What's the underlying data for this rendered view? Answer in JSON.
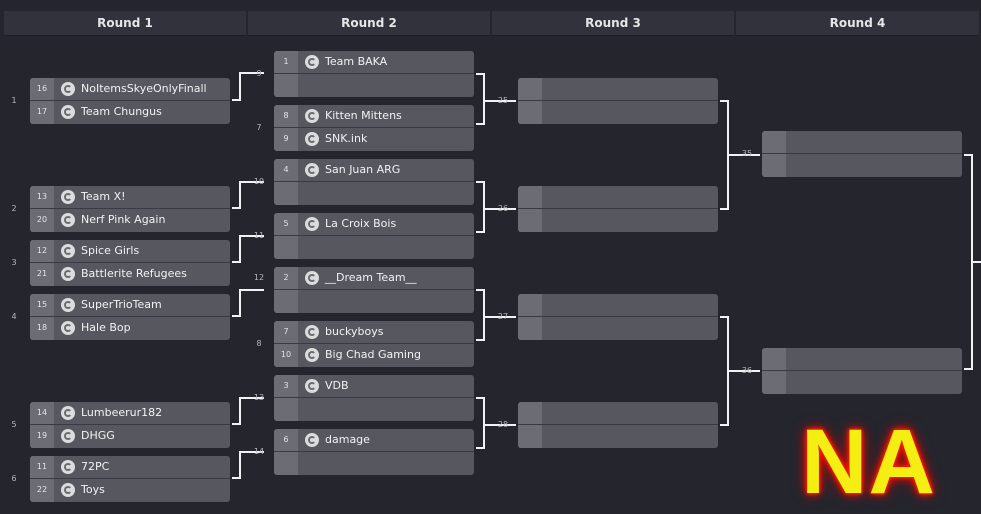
{
  "rounds": [
    "Round 1",
    "Round 2",
    "Round 3",
    "Round 4"
  ],
  "badge": "NA",
  "matches": [
    {
      "num": "1",
      "teams": [
        {
          "seed": "16",
          "name": "NoItemsSkyeOnlyFinall"
        },
        {
          "seed": "17",
          "name": "Team Chungus"
        }
      ]
    },
    {
      "num": "2",
      "teams": [
        {
          "seed": "13",
          "name": "Team X!"
        },
        {
          "seed": "20",
          "name": "Nerf Pink Again"
        }
      ]
    },
    {
      "num": "3",
      "teams": [
        {
          "seed": "12",
          "name": "Spice Girls"
        },
        {
          "seed": "21",
          "name": "Battlerite Refugees"
        }
      ]
    },
    {
      "num": "4",
      "teams": [
        {
          "seed": "15",
          "name": "SuperTrioTeam"
        },
        {
          "seed": "18",
          "name": "Hale Bop"
        }
      ]
    },
    {
      "num": "5",
      "teams": [
        {
          "seed": "14",
          "name": "Lumbeerur182"
        },
        {
          "seed": "19",
          "name": "DHGG"
        }
      ]
    },
    {
      "num": "6",
      "teams": [
        {
          "seed": "11",
          "name": "72PC"
        },
        {
          "seed": "22",
          "name": "Toys"
        }
      ]
    },
    {
      "num": "9",
      "teams": [
        {
          "seed": "1",
          "name": "Team BAKA"
        },
        {
          "seed": "",
          "name": ""
        }
      ]
    },
    {
      "num": "7",
      "teams": [
        {
          "seed": "8",
          "name": "Kitten Mittens"
        },
        {
          "seed": "9",
          "name": "SNK.ink"
        }
      ]
    },
    {
      "num": "10",
      "teams": [
        {
          "seed": "4",
          "name": "San Juan ARG"
        },
        {
          "seed": "",
          "name": ""
        }
      ]
    },
    {
      "num": "11",
      "teams": [
        {
          "seed": "5",
          "name": "La Croix Bois"
        },
        {
          "seed": "",
          "name": ""
        }
      ]
    },
    {
      "num": "12",
      "teams": [
        {
          "seed": "2",
          "name": "__Dream Team__"
        },
        {
          "seed": "",
          "name": ""
        }
      ]
    },
    {
      "num": "8",
      "teams": [
        {
          "seed": "7",
          "name": "buckyboys"
        },
        {
          "seed": "10",
          "name": "Big Chad Gaming"
        }
      ]
    },
    {
      "num": "13",
      "teams": [
        {
          "seed": "3",
          "name": "VDB"
        },
        {
          "seed": "",
          "name": ""
        }
      ]
    },
    {
      "num": "14",
      "teams": [
        {
          "seed": "6",
          "name": "damage"
        },
        {
          "seed": "",
          "name": ""
        }
      ]
    },
    {
      "num": "25",
      "teams": [
        {
          "seed": "",
          "name": ""
        },
        {
          "seed": "",
          "name": ""
        }
      ]
    },
    {
      "num": "26",
      "teams": [
        {
          "seed": "",
          "name": ""
        },
        {
          "seed": "",
          "name": ""
        }
      ]
    },
    {
      "num": "27",
      "teams": [
        {
          "seed": "",
          "name": ""
        },
        {
          "seed": "",
          "name": ""
        }
      ]
    },
    {
      "num": "28",
      "teams": [
        {
          "seed": "",
          "name": ""
        },
        {
          "seed": "",
          "name": ""
        }
      ]
    },
    {
      "num": "35",
      "teams": [
        {
          "seed": "",
          "name": ""
        },
        {
          "seed": "",
          "name": ""
        }
      ]
    },
    {
      "num": "36",
      "teams": [
        {
          "seed": "",
          "name": ""
        },
        {
          "seed": "",
          "name": ""
        }
      ]
    }
  ]
}
